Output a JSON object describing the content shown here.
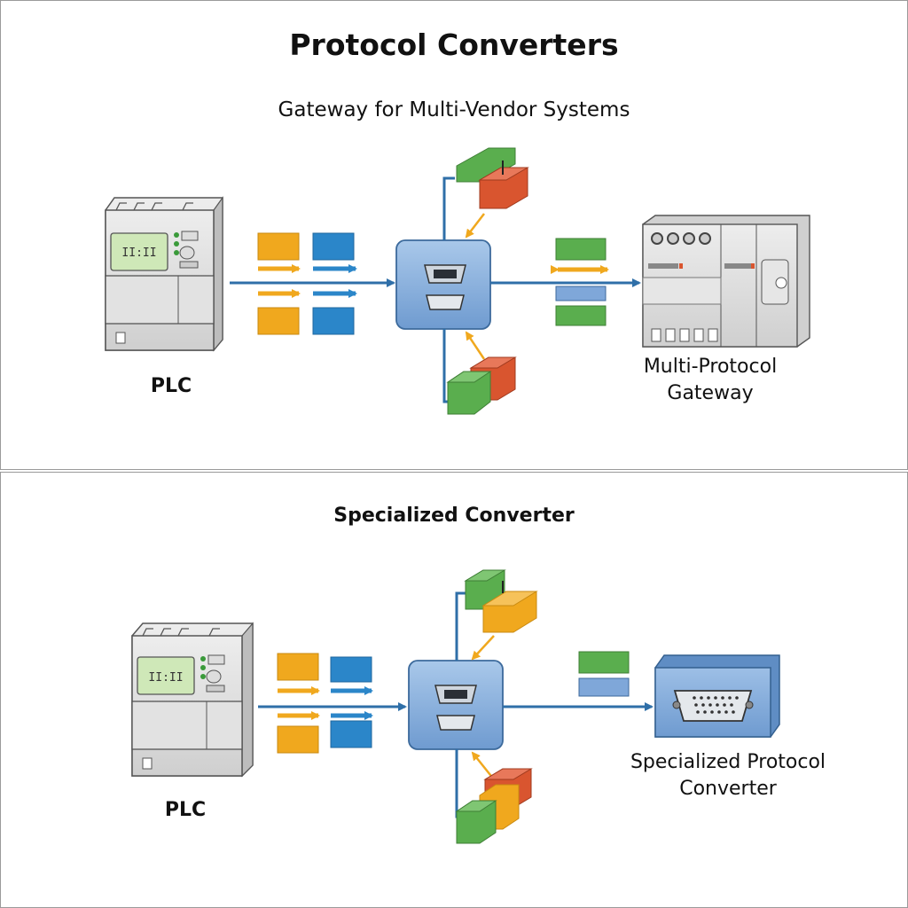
{
  "title": "Protocol Converters",
  "top_panel": {
    "subtitle": "Gateway for Multi-Vendor Systems",
    "source_label": "PLC",
    "target_label_line1": "Multi-Protocol",
    "target_label_line2": "Gateway"
  },
  "bottom_panel": {
    "subtitle": "Specialized Converter",
    "source_label": "PLC",
    "target_label_line1": "Specialized Protocol",
    "target_label_line2": "Converter"
  },
  "colors": {
    "flow_arrow": "#2f6fa8",
    "orange": "#f0a81e",
    "blue": "#2b86c9",
    "green": "#5aae4e",
    "red": "#d9552f",
    "hub": "#8db3df",
    "device_gray": "#dcdcdc"
  },
  "icons": [
    "plc-device-icon",
    "protocol-hub-icon",
    "db-connector-icon",
    "gateway-device-icon",
    "converter-device-icon"
  ]
}
